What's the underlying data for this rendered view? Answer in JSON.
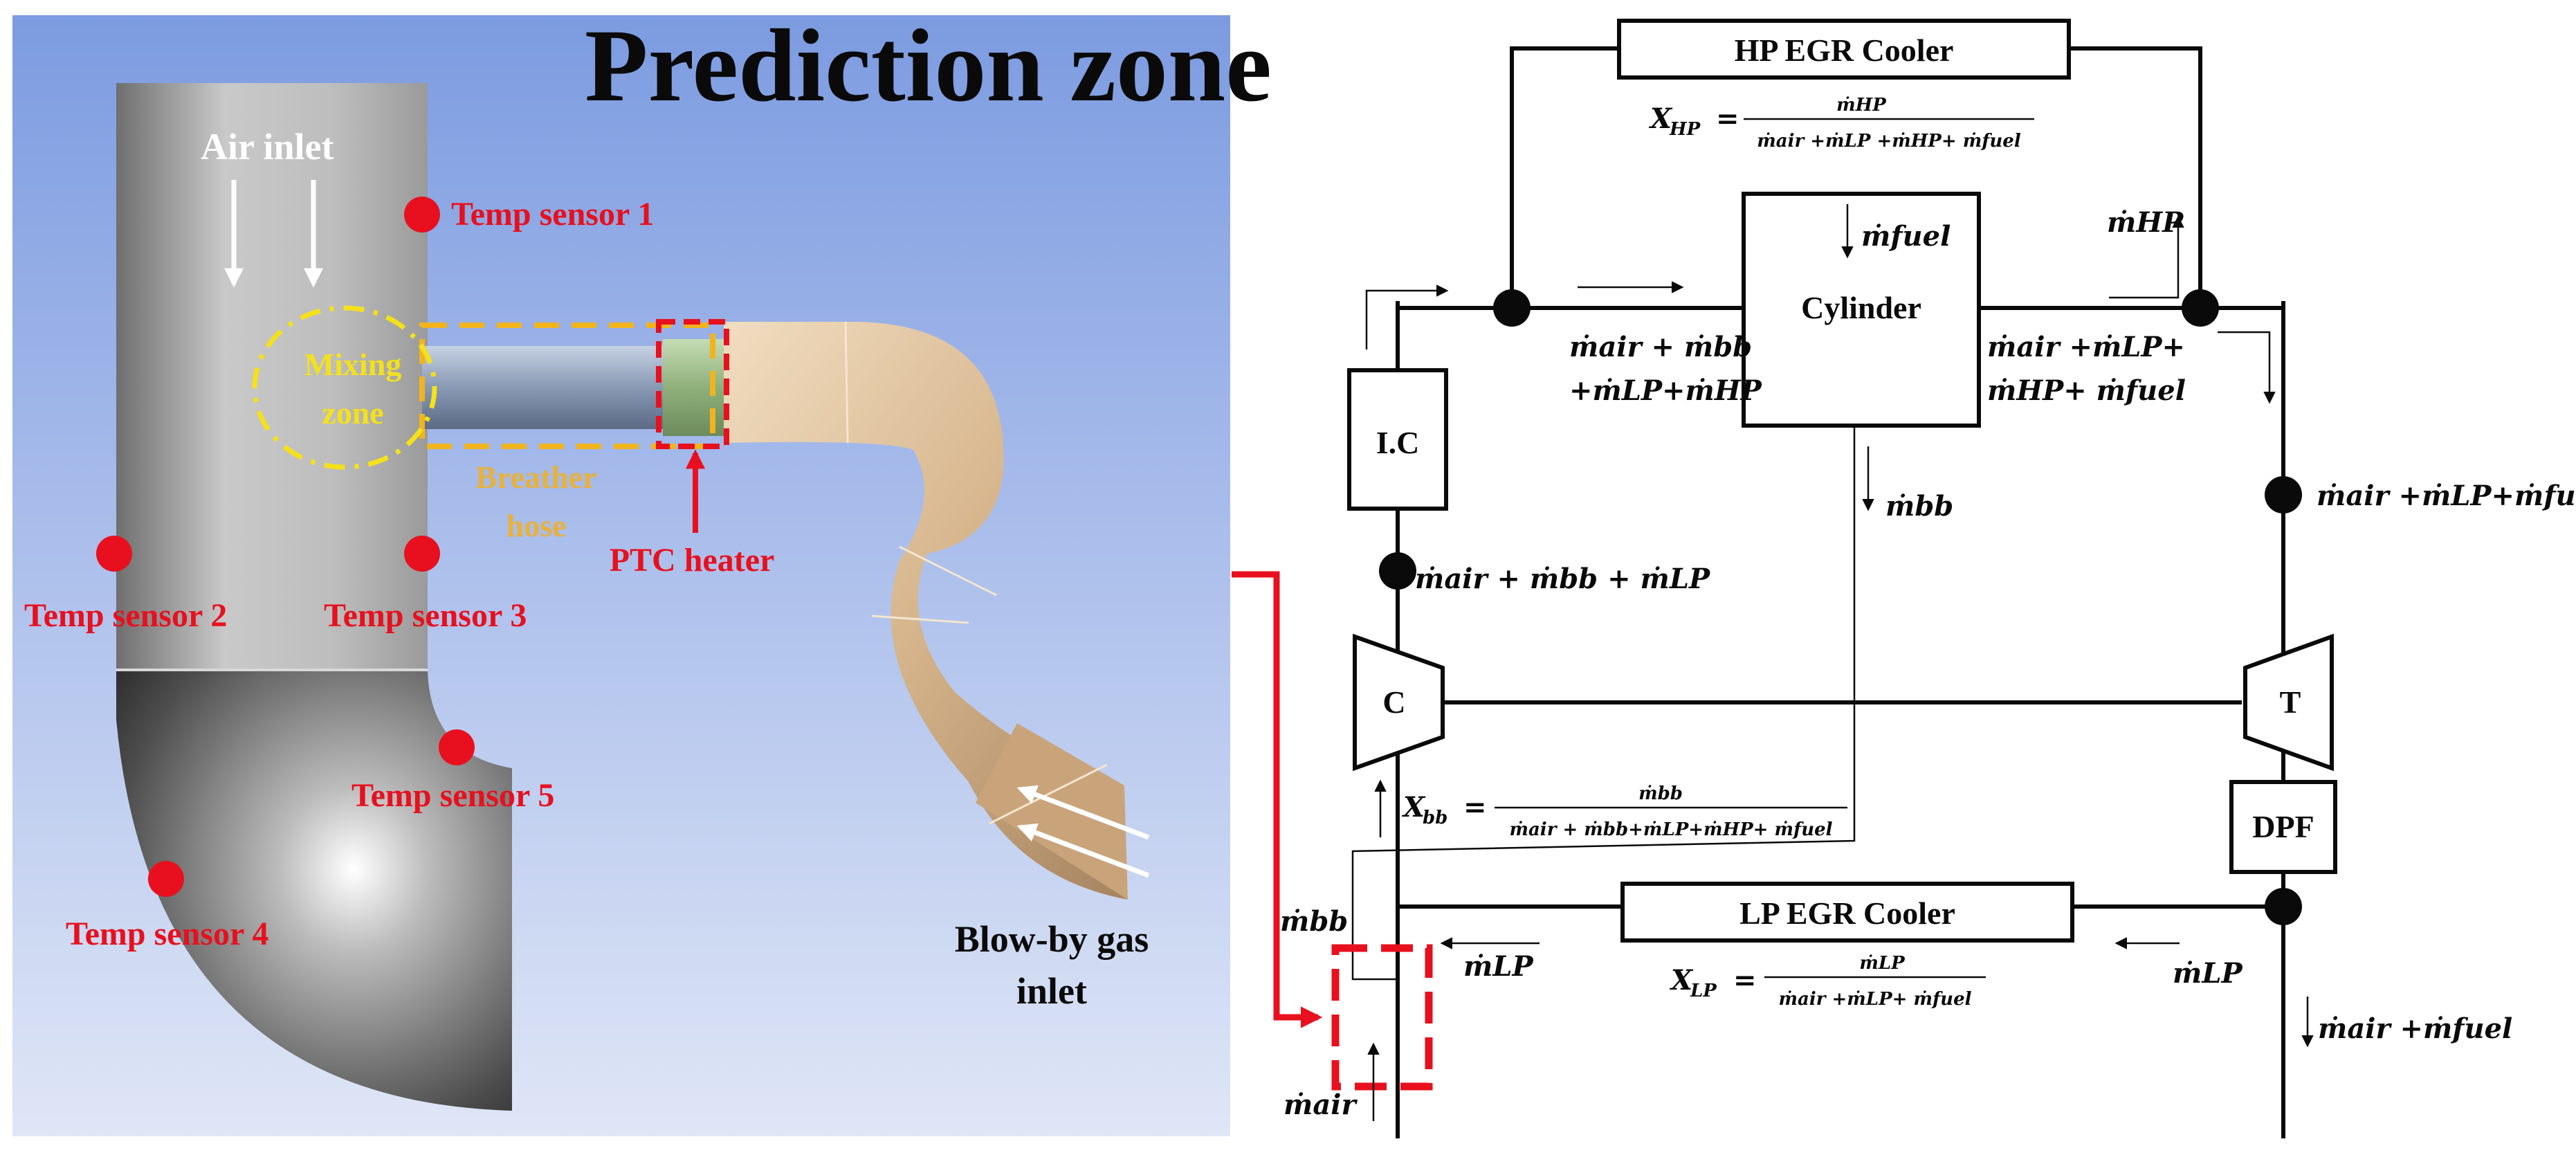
{
  "left_panel": {
    "title": "Prediction zone",
    "air_inlet": "Air inlet",
    "mixing_zone": [
      "Mixing",
      "zone"
    ],
    "breather_hose": [
      "Breather",
      "hose"
    ],
    "ptc_heater": "PTC heater",
    "blowby_inlet": [
      "Blow-by gas",
      "inlet"
    ],
    "sensors": [
      "Temp sensor 1",
      "Temp sensor 2",
      "Temp sensor 3",
      "Temp sensor 4",
      "Temp sensor 5"
    ]
  },
  "right_panel": {
    "hp_egr_cooler": "HP EGR Cooler",
    "lp_egr_cooler": "LP EGR Cooler",
    "cylinder": "Cylinder",
    "ic": "I.C",
    "compressor": "C",
    "turbine": "T",
    "dpf": "DPF",
    "x_hp_label": "X",
    "x_hp_sub": "HP",
    "x_hp_num": "ṁHP",
    "x_hp_den": "ṁair +ṁLP +ṁHP+  ṁfuel",
    "x_bb_label": "X",
    "x_bb_sub": "bb",
    "x_bb_num": "ṁbb",
    "x_bb_den": "ṁair + ṁbb+ṁLP+ṁHP+  ṁfuel",
    "x_lp_label": "X",
    "x_lp_sub": "LP",
    "x_lp_num": "ṁLP",
    "x_lp_den": "ṁair +ṁLP+  ṁfuel",
    "flow_fuel": "ṁfuel",
    "flow_hp": "ṁHP",
    "flow_cyl_in_1": "ṁair + ṁbb",
    "flow_cyl_in_2": "+ṁLP+ṁHP",
    "flow_cyl_out_1": "ṁair +ṁLP+",
    "flow_cyl_out_2": "ṁHP+ ṁfuel",
    "flow_bb": "ṁbb",
    "flow_ic_out": "ṁair + ṁbb + ṁLP",
    "flow_turb_in": "ṁair +ṁLP+ṁfuel",
    "flow_bb_left": "ṁbb",
    "flow_lp_left": "ṁLP",
    "flow_lp_right": "ṁLP",
    "flow_air": "ṁair",
    "flow_exhaust": "ṁair +ṁfuel"
  }
}
